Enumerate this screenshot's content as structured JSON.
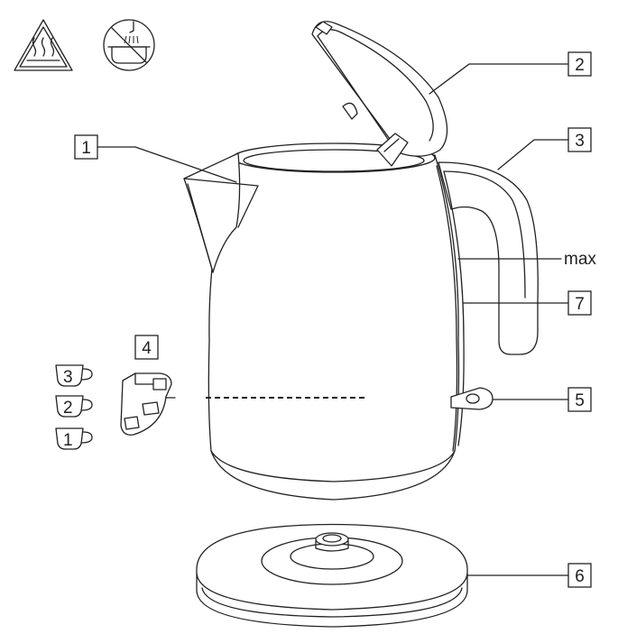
{
  "callouts": {
    "c1": "1",
    "c2": "2",
    "c3": "3",
    "c4": "4",
    "c5": "5",
    "c6": "6",
    "c7": "7"
  },
  "max_label": "max",
  "cup_levels": [
    "3",
    "2",
    "1"
  ],
  "colors": {
    "line": "#222222",
    "background": "#ffffff",
    "warning_fill": "#ffffff"
  },
  "icons": [
    "hot-surface-warning-icon",
    "no-immersion-icon"
  ]
}
